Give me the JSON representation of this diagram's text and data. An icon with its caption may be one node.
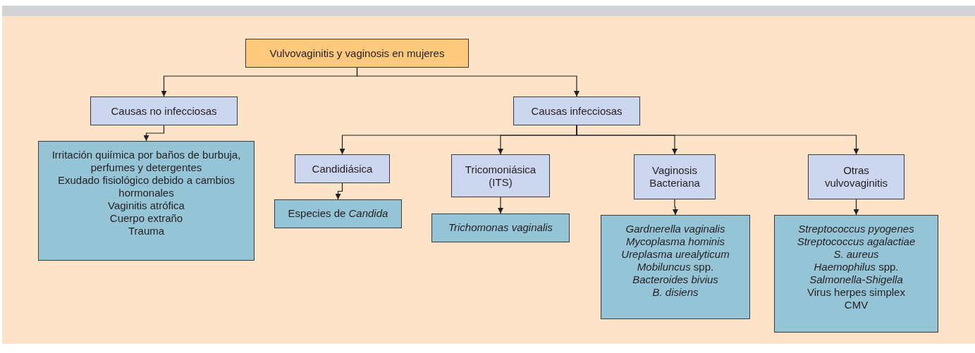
{
  "diagram": {
    "nodes": [
      {
        "text": [
          "Vulvovaginitis y vaginosis en mujeres"
        ]
      },
      {
        "text": [
          "Causas no infecciosas"
        ]
      },
      {
        "text": [
          "Irritación quiímica por baños de burbuja, perfumes y detergentes",
          "Exudado fisiológico debido a cambios hormonales",
          "Vaginitis atrófica",
          "Cuerpo extraño",
          "Trauma"
        ]
      },
      {
        "text": [
          "Causas infecciosas"
        ]
      },
      {
        "text": [
          "Candidiásica"
        ]
      },
      {
        "text": [
          "Especies de *Candida*"
        ]
      },
      {
        "text": [
          "Tricomoniásica (ITS)"
        ]
      },
      {
        "text": [
          "*Trichomonas vaginalis*"
        ]
      },
      {
        "text": [
          "Vaginosis Bacteriana"
        ]
      },
      {
        "text": [
          "*Gardnerella vaginalis*",
          "*Mycoplasma hominis*",
          "*Ureplasma urealyticum*",
          "*Mobiluncus* spp.",
          "*Bacteroides bivius*",
          "*B. disiens*"
        ]
      },
      {
        "text": [
          "Otras vulvovaginitis"
        ]
      },
      {
        "text": [
          "*Streptococcus pyogenes*",
          "*Streptococcus agalactiae*",
          "*S. aureus*",
          "*Haemophilus* spp.",
          "*Salmonella-Shigella*",
          "Virus herpes simplex",
          "CMV"
        ]
      }
    ],
    "edges": [
      {
        "from": 0,
        "to": 1,
        "arrow": "to"
      },
      {
        "from": 0,
        "to": 3,
        "arrow": "to"
      },
      {
        "from": 1,
        "to": 2,
        "arrow": "to"
      },
      {
        "from": 3,
        "to": 4,
        "arrow": "to"
      },
      {
        "from": 3,
        "to": 6,
        "arrow": "to"
      },
      {
        "from": 3,
        "to": 8,
        "arrow": "to"
      },
      {
        "from": 3,
        "to": 10,
        "arrow": "to"
      },
      {
        "from": 4,
        "to": 5,
        "arrow": "to"
      },
      {
        "from": 6,
        "to": 7,
        "arrow": "to"
      },
      {
        "from": 8,
        "to": 9,
        "arrow": "to"
      },
      {
        "from": 10,
        "to": 11,
        "arrow": "to"
      }
    ]
  }
}
